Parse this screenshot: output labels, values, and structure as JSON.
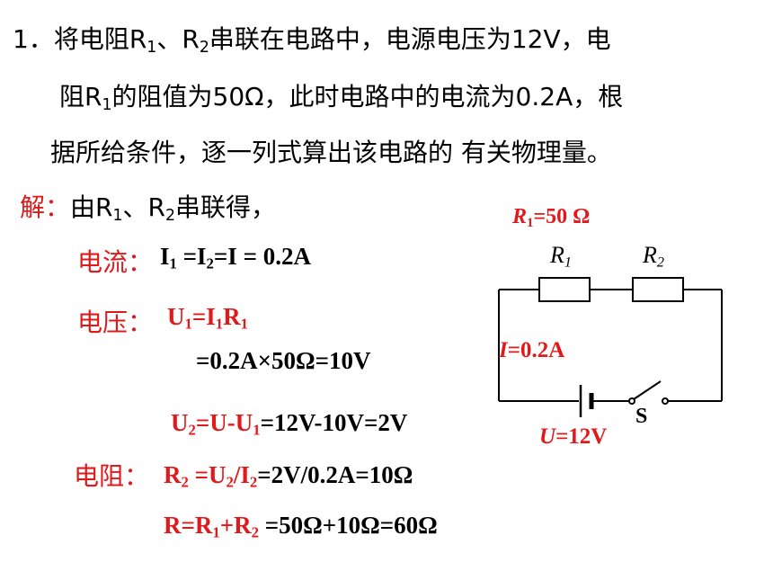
{
  "problem": {
    "number": "1．",
    "line1_a": "将电阻R",
    "line1_sub1": "1",
    "line1_b": "、R",
    "line1_sub2": "2",
    "line1_c": "串联在电路中，电源电压为12V，电",
    "line2_a": "阻R",
    "line2_sub1": "1",
    "line2_b": "的阻值为50Ω，此时电路中的电流为0.2A，根",
    "line3": "据所给条件，逐一列式算出该电路的 有关物理量。"
  },
  "solution": {
    "jie": "解：",
    "intro_a": "由R",
    "intro_sub1": "1",
    "intro_b": "、R",
    "intro_sub2": "2",
    "intro_c": "串联得，",
    "current_label": "电流：",
    "current_eq": {
      "a": "I",
      "s1": "1",
      "b": " =I",
      "s2": "2",
      "c": "=I = 0.2A"
    },
    "voltage_label": "电压：",
    "voltage_eq1": {
      "a": "U",
      "s1": "1",
      "b": "=I",
      "s2": "1",
      "c": "R",
      "s3": "1"
    },
    "voltage_eq2": "=0.2A×50Ω=10V",
    "voltage_eq3": {
      "a": "U",
      "s1": "2",
      "b": "=U-U",
      "s2": "1",
      "c": "=12V-10V=2V"
    },
    "resistance_label": "电阻：",
    "resistance_eq1": {
      "a": "R",
      "s1": "2",
      "b": " =U",
      "s2": "2",
      "c": "/I",
      "s3": "2",
      "d": "=2V/0.2A=10Ω"
    },
    "resistance_eq2": {
      "a": "R=R",
      "s1": "1",
      "b": "+R",
      "s2": "2",
      "c": " =50Ω+10Ω=60Ω"
    }
  },
  "circuit": {
    "r1_value_label": {
      "a": "R",
      "s1": "1",
      "b": "=50 Ω"
    },
    "r1_symbol": {
      "a": "R",
      "s": "1"
    },
    "r2_symbol": {
      "a": "R",
      "s": "2"
    },
    "current_label": {
      "a": "I",
      "b": "=0.2A"
    },
    "voltage_label": {
      "a": "U",
      "b": "=12V"
    },
    "switch_label": "S"
  },
  "colors": {
    "accent_red": "#e0191b",
    "text": "#000000"
  }
}
